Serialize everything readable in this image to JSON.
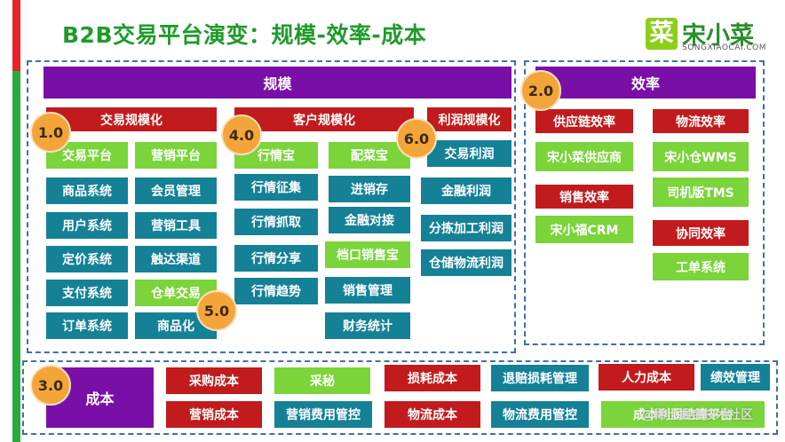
{
  "title": "B2B交易平台演变：规模-效率-成本",
  "logo": {
    "mark": "菜",
    "name": "宋小菜",
    "domain": "SONGXIAOCAI.COM"
  },
  "sections": {
    "scale": {
      "label": "规模"
    },
    "efficiency": {
      "label": "效率"
    },
    "cost": {
      "label": "成本"
    }
  },
  "scale": {
    "trading": {
      "header": "交易规模化",
      "items": [
        "交易平台",
        "营销平台",
        "商品系统",
        "会员管理",
        "用户系统",
        "营销工具",
        "定价系统",
        "触达渠道",
        "支付系统",
        "仓单交易",
        "订单系统",
        "商品化"
      ]
    },
    "customer": {
      "header": "客户规模化",
      "items": [
        "行情宝",
        "配菜宝",
        "行情征集",
        "进销存",
        "行情抓取",
        "金融对接",
        "行情分享",
        "档口销售宝",
        "行情趋势",
        "销售管理",
        "财务统计"
      ]
    },
    "profit": {
      "header": "利润规模化",
      "items": [
        "交易利润",
        "金融利润",
        "分拣加工利润",
        "仓储物流利润"
      ]
    }
  },
  "efficiency": {
    "supply": {
      "header": "供应链效率",
      "items": [
        "宋小菜供应商"
      ]
    },
    "logistics": {
      "header": "物流效率",
      "items": [
        "宋小仓WMS",
        "司机版TMS"
      ]
    },
    "sales": {
      "header": "销售效率",
      "items": [
        "宋小福CRM"
      ]
    },
    "collab": {
      "header": "协同效率",
      "items": [
        "工单系统"
      ]
    }
  },
  "cost": {
    "items": [
      "采购成本",
      "采秘",
      "损耗成本",
      "退赔损耗管理",
      "人力成本",
      "绩效管理",
      "营销成本",
      "营销费用管控",
      "物流成本",
      "物流费用管控",
      "成本利润结算平台"
    ]
  },
  "badges": [
    "1.0",
    "2.0",
    "3.0",
    "4.0",
    "5.0",
    "6.0"
  ],
  "watermark": "@稀土掘金技术社区",
  "colors": {
    "purple": "#7a0fa8",
    "red": "#c11b1d",
    "teal": "#148196",
    "green": "#7bd43a",
    "badge": "#f3a53a",
    "title": "#1f9b2b"
  }
}
